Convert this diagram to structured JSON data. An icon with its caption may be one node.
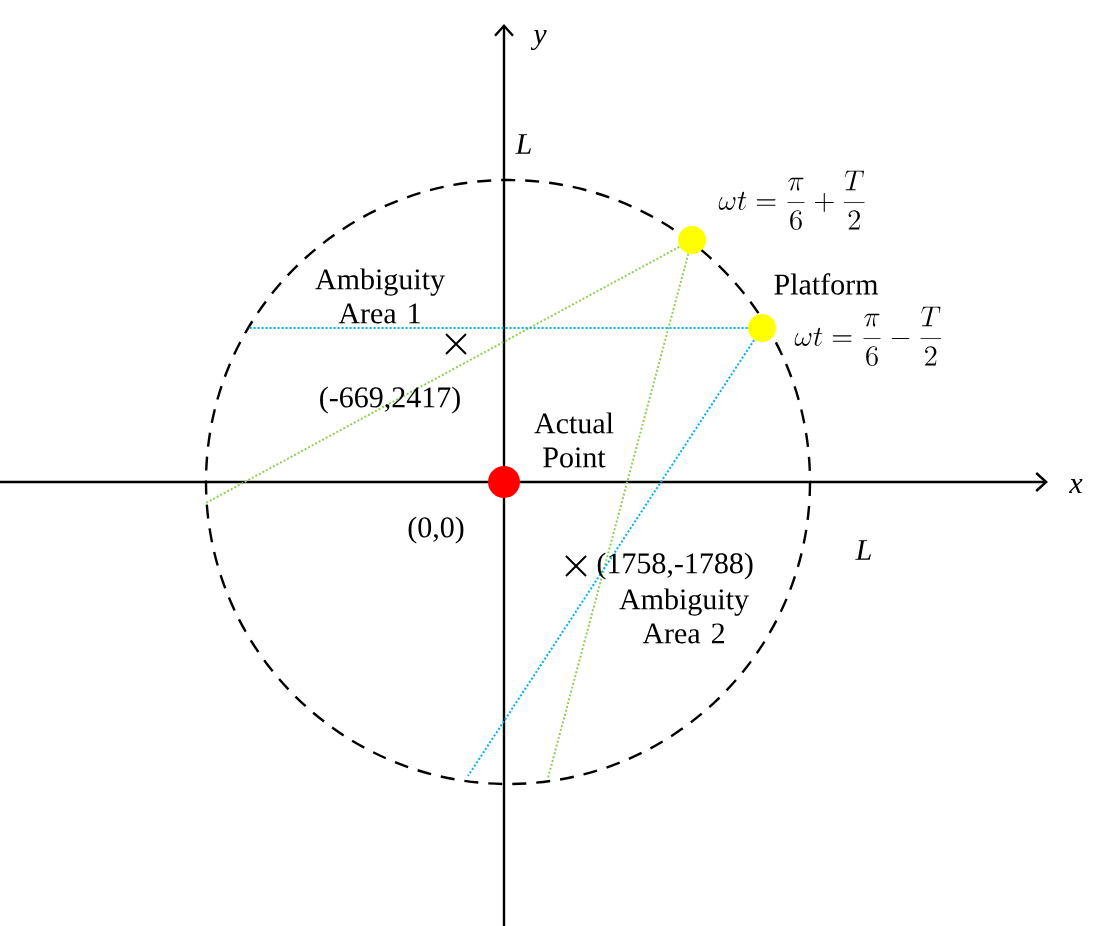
{
  "diagram": {
    "nodes": [
      {
        "text": [],
        "shape": "circle",
        "beside": [
          "\\omega t=\\frac{\\pi}{6}+\\frac{T}{2}"
        ]
      },
      {
        "text": [],
        "shape": "circle",
        "beside": [
          "\\omega t=\\frac{\\pi}{6}-\\frac{T}{2}"
        ]
      },
      {
        "text": [],
        "shape": "circle",
        "beside": [
          "Actual Point",
          "(0,0)"
        ]
      }
    ],
    "edges": [
      {
        "from": 0,
        "to": null,
        "arrow": "none",
        "style": "dashed",
        "color": "#92d050"
      },
      {
        "from": 0,
        "to": null,
        "arrow": "none",
        "style": "dashed",
        "color": "#92d050"
      },
      {
        "from": 1,
        "to": null,
        "arrow": "none",
        "style": "dashed",
        "color": "#00b0f0"
      },
      {
        "from": 1,
        "to": null,
        "arrow": "none",
        "style": "dashed",
        "color": "#00b0f0"
      }
    ],
    "labels": [
      "y",
      "L",
      "Ambiguity Area 1",
      "(-669,2417)",
      "Platform",
      "x",
      "L",
      "(1758,-1788)",
      "Ambiguity Area 2"
    ]
  }
}
